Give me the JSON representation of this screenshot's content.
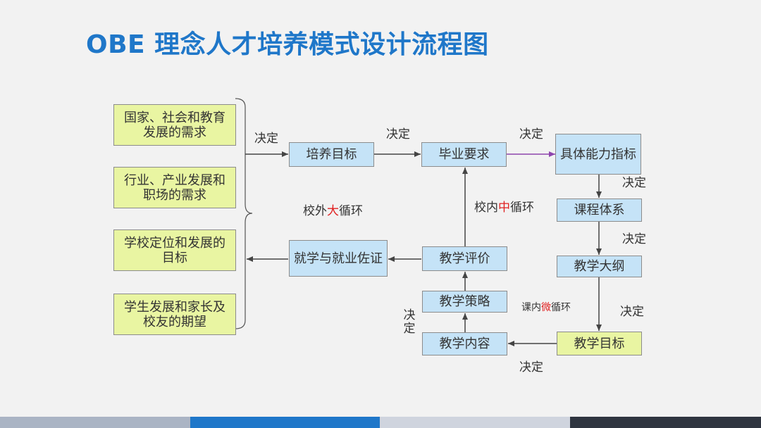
{
  "title": "OBE 理念人才培养模式设计流程图",
  "needs": [
    "国家、社会和教育发展的需求",
    "行业、产业发展和职场的需求",
    "学校定位和发展的目标",
    "学生发展和家长及校友的期望"
  ],
  "nodes": {
    "training_goal": "培养目标",
    "graduation_req": "毕业要求",
    "ability_indicator": "具体能力指标",
    "curriculum_system": "课程体系",
    "syllabus": "教学大纲",
    "teaching_goal": "教学目标",
    "teaching_content": "教学内容",
    "teaching_strategy": "教学策略",
    "teaching_eval": "教学评价",
    "employment_proof": "就学与就业佐证"
  },
  "labels": {
    "decide": "决定",
    "outer_loop": {
      "pre": "校外",
      "hl": "大",
      "post": "循环"
    },
    "middle_loop": {
      "pre": "校内",
      "hl": "中",
      "post": "循环"
    },
    "micro_loop": {
      "pre": "课内",
      "hl": "微",
      "post": "循环"
    }
  },
  "colors": {
    "title": "#1f77c9",
    "yellow_box": "#e9f5a2",
    "blue_box": "#c5e3f7",
    "highlight": "#e02020",
    "purple_arrow": "#8e44ad",
    "footer": [
      "#aab4c4",
      "#1f77c9",
      "#cfd4de",
      "#2f3540"
    ]
  }
}
